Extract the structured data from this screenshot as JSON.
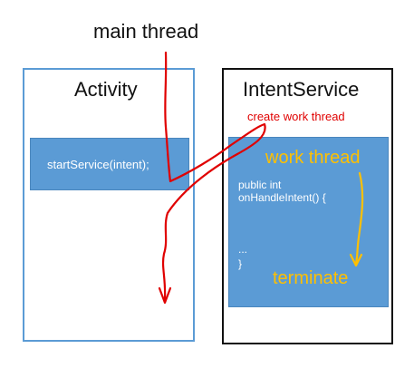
{
  "main_thread_label": "main thread",
  "activity": {
    "title": "Activity",
    "call": "startService(intent);"
  },
  "intent_service": {
    "title": "IntentService",
    "create_label": "create work thread",
    "work_label": "work thread",
    "code": [
      "public int",
      "onHandleIntent() {",
      "...",
      "}"
    ],
    "terminate_label": "terminate"
  },
  "colors": {
    "box_blue": "#5b9bd5",
    "main_thread_red": "#e00000",
    "work_thread_orange": "#ffc000"
  }
}
